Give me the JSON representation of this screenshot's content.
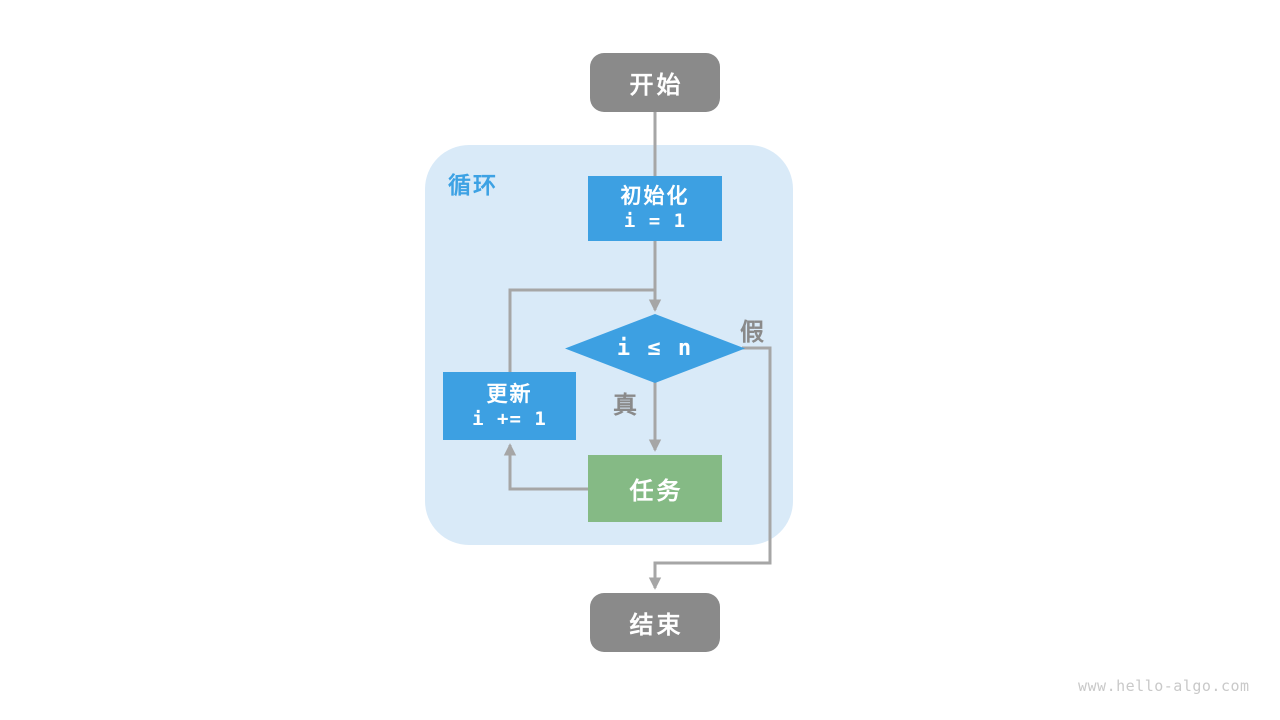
{
  "diagram": {
    "loop_label": "循环",
    "nodes": {
      "start": {
        "label": "开始"
      },
      "init": {
        "label": "初始化",
        "code": "i = 1"
      },
      "condition": {
        "label": "i ≤ n"
      },
      "update": {
        "label": "更新",
        "code": "i += 1"
      },
      "task": {
        "label": "任务"
      },
      "end": {
        "label": "结束"
      }
    },
    "branch_labels": {
      "true_branch": "真",
      "false_branch": "假"
    },
    "colors": {
      "background": "#ffffff",
      "loop_container": "#d9eaf8",
      "loop_label_text": "#3da2e4",
      "process_box": "#3da0e2",
      "task_box": "#85ba85",
      "terminal_box": "#8a8a8a",
      "node_text": "#ffffff",
      "connector": "#a6a6a6",
      "branch_label_text": "#8a8a8a",
      "watermark_text": "#c9c9c9"
    }
  },
  "watermark": "www.hello-algo.com"
}
